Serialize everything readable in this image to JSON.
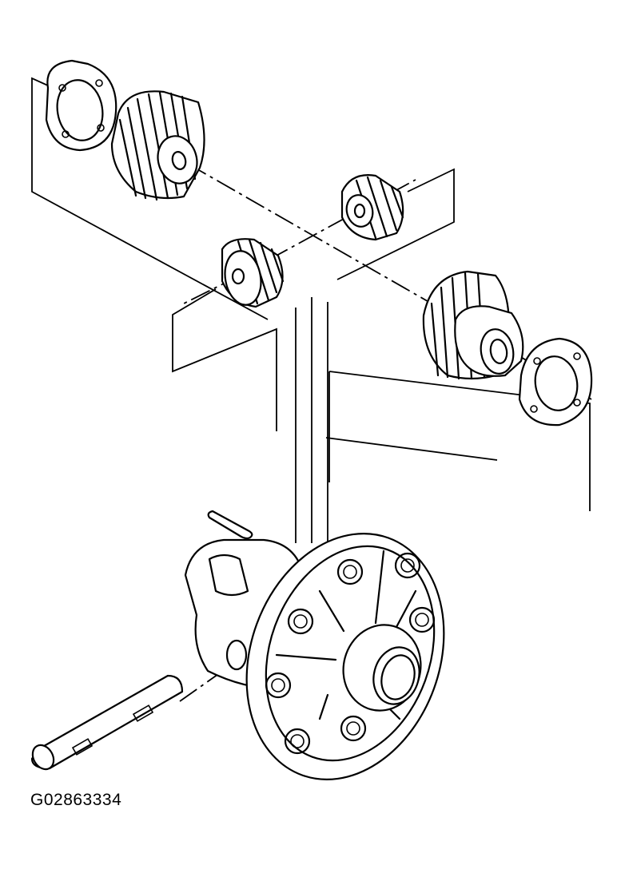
{
  "figure": {
    "id_label": "G02863334"
  },
  "parts": [
    {
      "id": "thrust-washer-upper",
      "kind": "washer"
    },
    {
      "id": "side-gear-upper",
      "kind": "bevel-gear"
    },
    {
      "id": "pinion-gear-right",
      "kind": "pinion-gear"
    },
    {
      "id": "pinion-gear-left",
      "kind": "pinion-gear"
    },
    {
      "id": "side-gear-lower",
      "kind": "bevel-gear"
    },
    {
      "id": "thrust-washer-lower",
      "kind": "washer"
    },
    {
      "id": "lock-pin",
      "kind": "pin"
    },
    {
      "id": "pinion-shaft",
      "kind": "shaft"
    },
    {
      "id": "differential-case",
      "kind": "housing"
    }
  ],
  "colors": {
    "ink": "#000000",
    "paper": "#ffffff"
  }
}
